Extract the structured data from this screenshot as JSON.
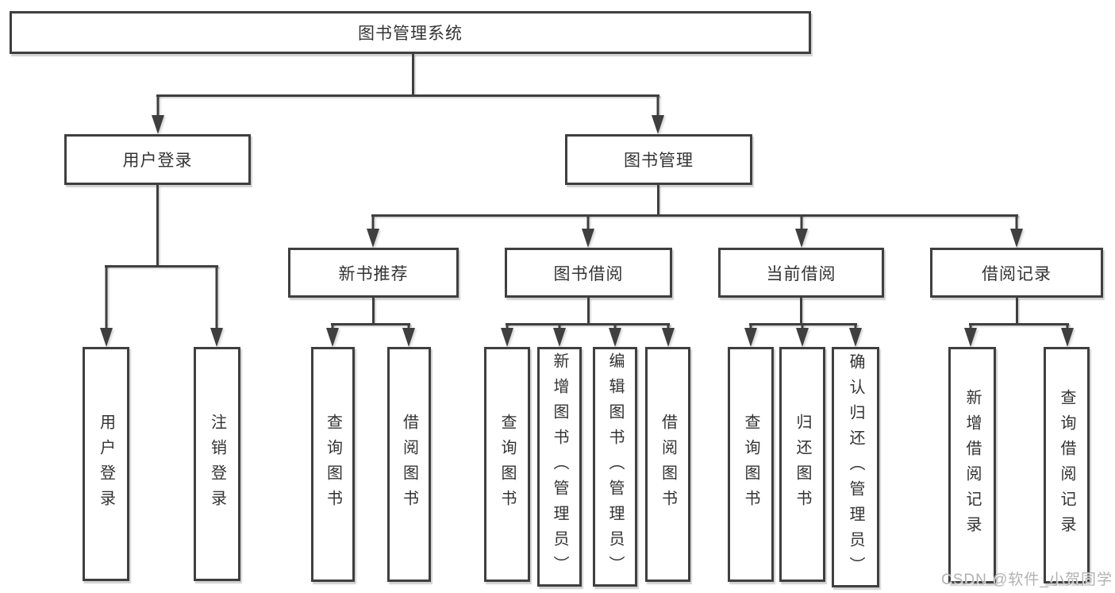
{
  "tree": {
    "root": {
      "label": "图书管理系统",
      "children": [
        {
          "label": "用户登录",
          "children": [
            {
              "label": "用户登录"
            },
            {
              "label": "注销登录"
            }
          ]
        },
        {
          "label": "图书管理",
          "children": [
            {
              "label": "新书推荐",
              "children": [
                {
                  "label": "查询图书"
                },
                {
                  "label": "借阅图书"
                }
              ]
            },
            {
              "label": "图书借阅",
              "children": [
                {
                  "label": "查询图书"
                },
                {
                  "label": "新增图书（管理员）"
                },
                {
                  "label": "编辑图书（管理员）"
                },
                {
                  "label": "借阅图书"
                }
              ]
            },
            {
              "label": "当前借阅",
              "children": [
                {
                  "label": "查询图书"
                },
                {
                  "label": "归还图书"
                },
                {
                  "label": "确认归还（管理员）"
                }
              ]
            },
            {
              "label": "借阅记录",
              "children": [
                {
                  "label": "新增借阅记录"
                },
                {
                  "label": "查询借阅记录"
                }
              ]
            }
          ]
        }
      ]
    }
  },
  "watermark": {
    "text": "CSDN @软件_小贺同学"
  },
  "colors": {
    "line": "#3f3f3f",
    "text": "#333333",
    "watermark": "#b2b2b2",
    "background": "#ffffff"
  }
}
